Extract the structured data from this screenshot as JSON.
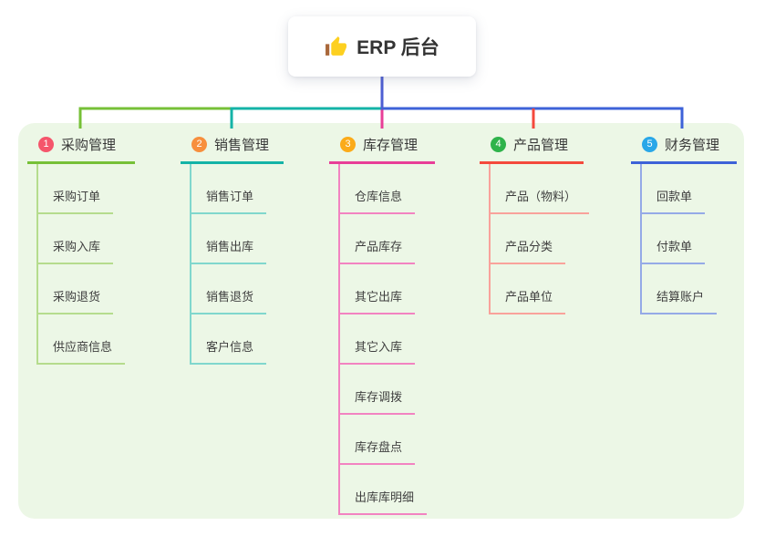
{
  "root": {
    "label": "ERP 后台",
    "icon": "thumbs-up-icon"
  },
  "branches": [
    {
      "badge": "1",
      "label": "采购管理",
      "badge_color": "#f5556b",
      "line_color": "#76c037",
      "light_color": "#b5dc8d",
      "children": [
        "采购订单",
        "采购入库",
        "采购退货",
        "供应商信息"
      ]
    },
    {
      "badge": "2",
      "label": "销售管理",
      "badge_color": "#f78f3d",
      "line_color": "#14b3a7",
      "light_color": "#80d7cd",
      "children": [
        "销售订单",
        "销售出库",
        "销售退货",
        "客户信息"
      ]
    },
    {
      "badge": "3",
      "label": "库存管理",
      "badge_color": "#fbab19",
      "line_color": "#e83e97",
      "light_color": "#f283c1",
      "children": [
        "仓库信息",
        "产品库存",
        "其它出库",
        "其它入库",
        "库存调拨",
        "库存盘点",
        "出库库明细"
      ]
    },
    {
      "badge": "4",
      "label": "产品管理",
      "badge_color": "#2fb34b",
      "line_color": "#f4493c",
      "light_color": "#f9a29b",
      "children": [
        "产品（物料）",
        "产品分类",
        "产品单位"
      ]
    },
    {
      "badge": "5",
      "label": "财务管理",
      "badge_color": "#29a7e8",
      "line_color": "#3d62d8",
      "light_color": "#95aae7",
      "children": [
        "回款单",
        "付款单",
        "结算账户"
      ]
    }
  ],
  "colors": {
    "panel_background": "#ecf7e6",
    "root_connector": "#4d5fd3",
    "thumb_hand": "#fdd020",
    "thumb_sleeve": "#a9673a"
  }
}
